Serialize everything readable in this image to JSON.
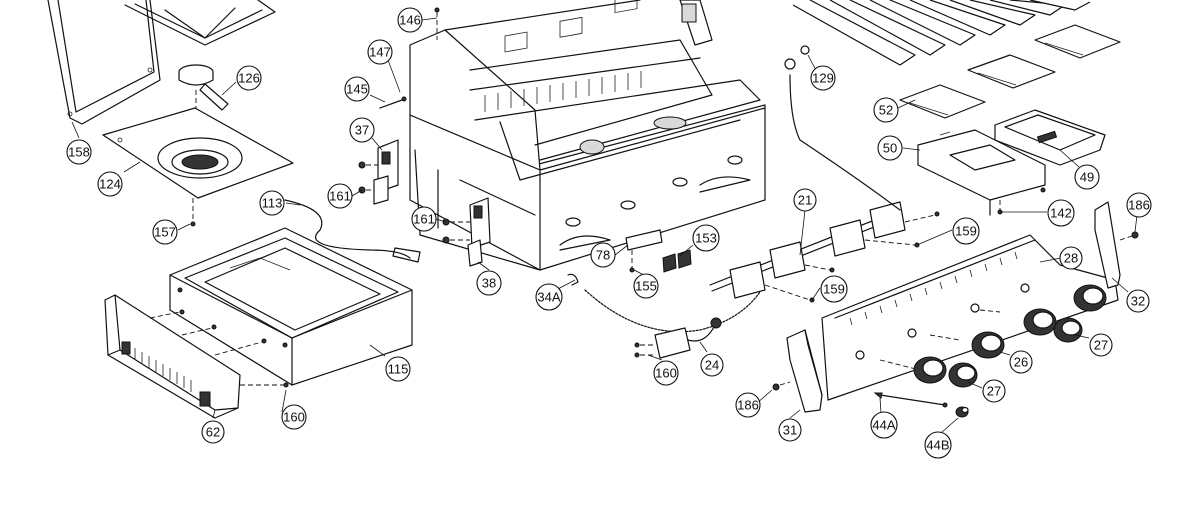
{
  "callouts": {
    "c146": "146",
    "c147": "147",
    "c145": "145",
    "c37": "37",
    "c161a": "161",
    "c161b": "161",
    "c38": "38",
    "c78": "78",
    "c155": "155",
    "c153": "153",
    "c34a": "34A",
    "c129": "129",
    "c52": "52",
    "c50": "50",
    "c49": "49",
    "c142": "142",
    "c159a": "159",
    "c159b": "159",
    "c21": "21",
    "c186a": "186",
    "c186b": "186",
    "c28": "28",
    "c32": "32",
    "c27a": "27",
    "c27b": "27",
    "c26": "26",
    "c160a": "160",
    "c160b": "160",
    "c24": "24",
    "c31": "31",
    "c44a": "44A",
    "c44b": "44B",
    "c126": "126",
    "c158": "158",
    "c124": "124",
    "c157": "157",
    "c113": "113",
    "c115": "115",
    "c62": "62"
  }
}
